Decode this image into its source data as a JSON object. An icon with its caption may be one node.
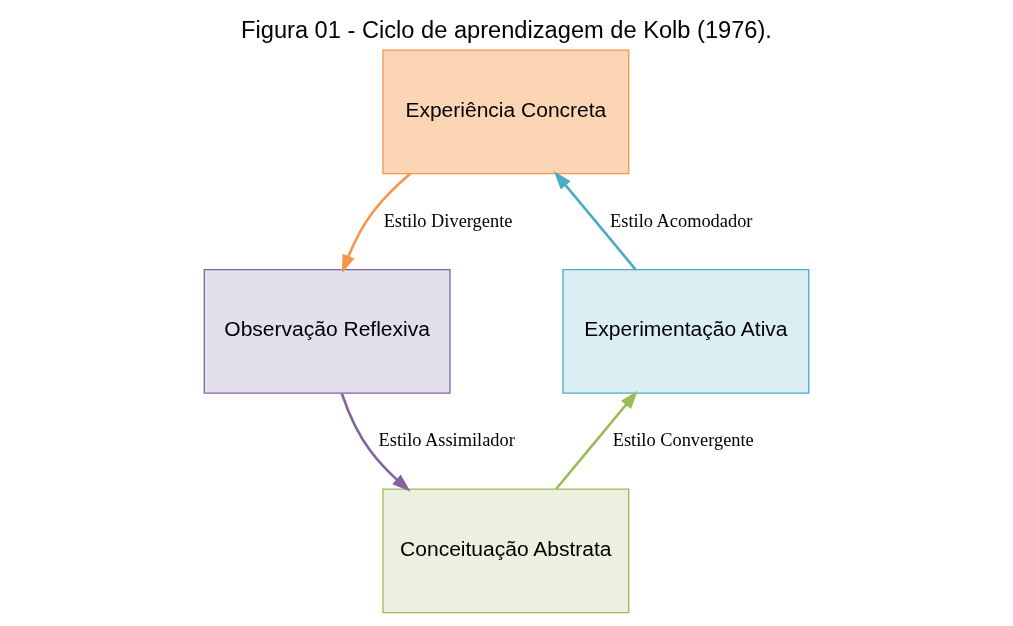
{
  "diagram": {
    "title": "Figura 01 - Ciclo de aprendizagem de Kolb (1976).",
    "nodes": [
      {
        "text": [
          "Experiência Concreta"
        ]
      },
      {
        "text": [
          "Observação Reflexiva"
        ]
      },
      {
        "text": [
          "Conceituação Abstrata"
        ]
      },
      {
        "text": [
          "Experimentação Ativa"
        ]
      }
    ],
    "edges": [
      {
        "from": 0,
        "to": 1,
        "arrow": "to",
        "label": "Estilo Divergente",
        "color": "#f79646"
      },
      {
        "from": 1,
        "to": 2,
        "arrow": "to",
        "label": "Estilo Assimilador",
        "color": "#8064a2"
      },
      {
        "from": 2,
        "to": 3,
        "arrow": "to",
        "label": "Estilo Convergente",
        "color": "#9bbb59"
      },
      {
        "from": 3,
        "to": 0,
        "arrow": "to",
        "label": "Estilo Acomodador",
        "color": "#4bacc6"
      }
    ]
  }
}
